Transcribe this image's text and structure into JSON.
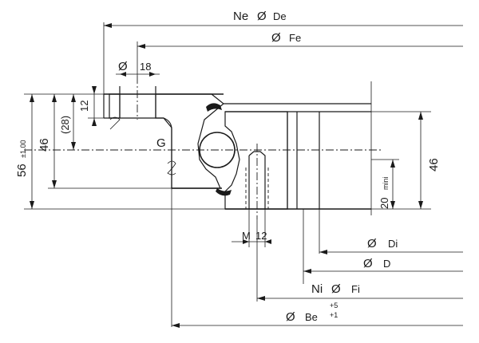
{
  "dimensions": {
    "ne_label": "Ne",
    "de_label": "De",
    "fe_label": "Fe",
    "hole_dia": "18",
    "h12": "12",
    "h28": "(28)",
    "h46_left": "46",
    "h56": "56",
    "h56_tol": "±1.00",
    "g_label": "G",
    "h46_right": "46",
    "h20": "20",
    "mini": "mini",
    "m12_m": "M",
    "m12_n": "12",
    "di_label": "Di",
    "d_label": "D",
    "ni_label": "Ni",
    "fi_label": "Fi",
    "be_label": "Be",
    "be_tol_plus": "+5",
    "be_tol_minus": "+1",
    "dia_symbol": "Ø"
  },
  "colors": {
    "line": "#1a1a1a",
    "background": "#ffffff"
  }
}
